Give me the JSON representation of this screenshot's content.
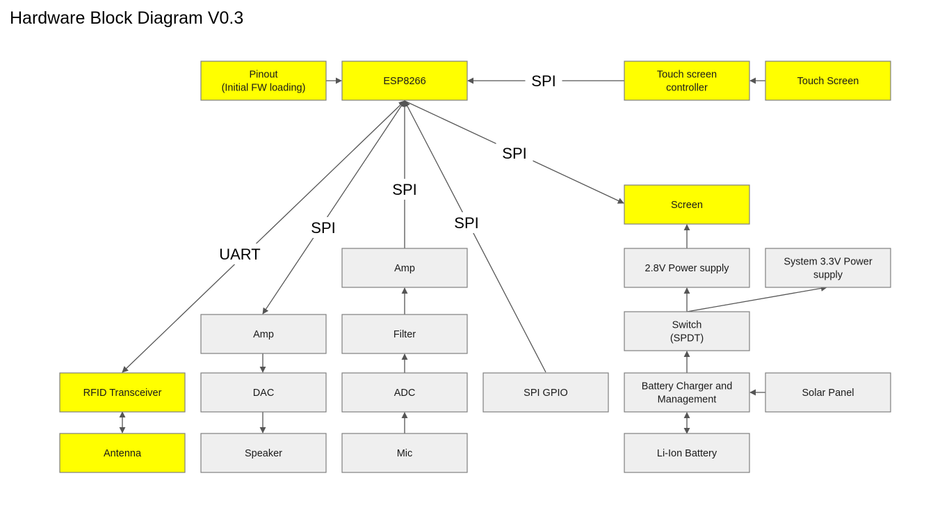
{
  "title": "Hardware Block Diagram V0.3",
  "colors": {
    "highlight": "#ffff00",
    "block": "#efefef",
    "border": "#7f7f7f",
    "line": "#555555"
  },
  "blocks": {
    "pinout": [
      "Pinout",
      "(Initial FW loading)"
    ],
    "esp8266": [
      "ESP8266"
    ],
    "touch_controller": [
      "Touch screen",
      "controller"
    ],
    "touch_screen": [
      "Touch Screen"
    ],
    "screen": [
      "Screen"
    ],
    "psu_28": [
      "2.8V Power supply"
    ],
    "psu_33": [
      "System 3.3V Power",
      "supply"
    ],
    "switch": [
      "Switch",
      "(SPDT)"
    ],
    "charger": [
      "Battery Charger and",
      "Management"
    ],
    "solar": [
      "Solar Panel"
    ],
    "battery": [
      "Li-Ion Battery"
    ],
    "spi_gpio": [
      "SPI GPIO"
    ],
    "amp_in": [
      "Amp"
    ],
    "filter": [
      "Filter"
    ],
    "adc": [
      "ADC"
    ],
    "mic": [
      "Mic"
    ],
    "amp_out": [
      "Amp"
    ],
    "dac": [
      "DAC"
    ],
    "speaker": [
      "Speaker"
    ],
    "rfid": [
      "RFID Transceiver"
    ],
    "antenna": [
      "Antenna"
    ]
  },
  "labels": {
    "spi_touch": "SPI",
    "spi_screen": "SPI",
    "spi_gpio": "SPI",
    "spi_amp_in": "SPI",
    "spi_amp_out": "SPI",
    "uart": "UART"
  }
}
